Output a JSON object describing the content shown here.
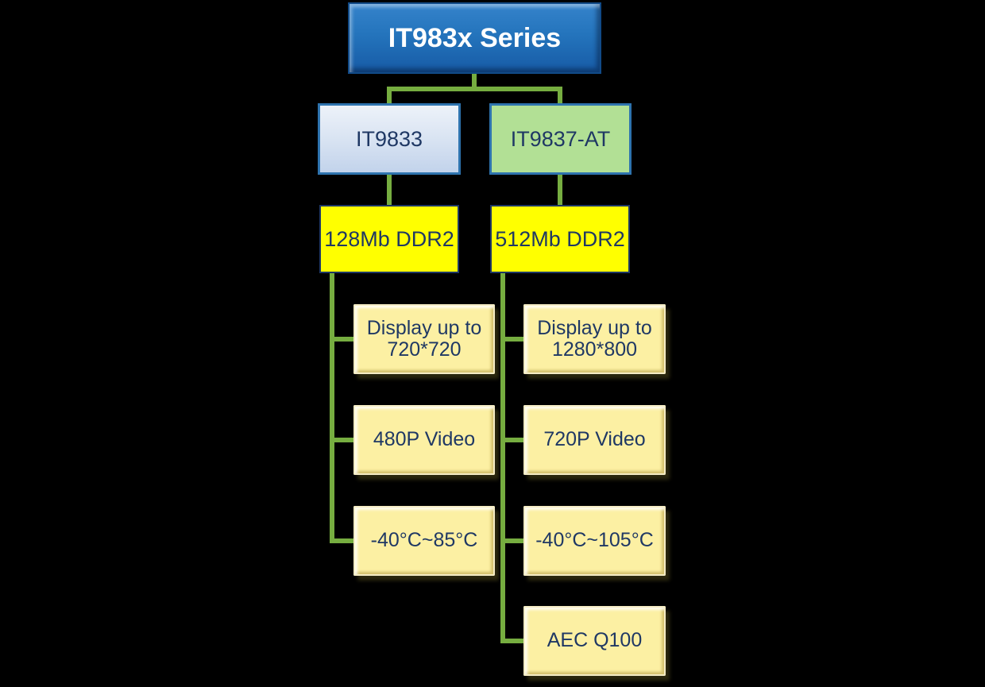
{
  "root": {
    "label": "IT983x Series"
  },
  "branches": [
    {
      "label": "IT9833",
      "memory": "128Mb DDR2",
      "features": [
        "Display up to 720*720",
        "480P Video",
        "-40°C~85°C"
      ]
    },
    {
      "label": "IT9837-AT",
      "memory": "512Mb DDR2",
      "features": [
        "Display up to 1280*800",
        "720P Video",
        "-40°C~105°C",
        "AEC Q100"
      ]
    }
  ],
  "colors": {
    "background": "#000000",
    "root_fill": "#2272ba",
    "root_text": "#ffffff",
    "child_blue_fill": "#d6e2f2",
    "child_green_fill": "#b2e095",
    "node_border_blue": "#2e73ae",
    "memory_fill": "#ffff00",
    "feature_fill": "#fcf0a3",
    "connector_green": "#76ad40",
    "text_navy": "#1f3864"
  }
}
